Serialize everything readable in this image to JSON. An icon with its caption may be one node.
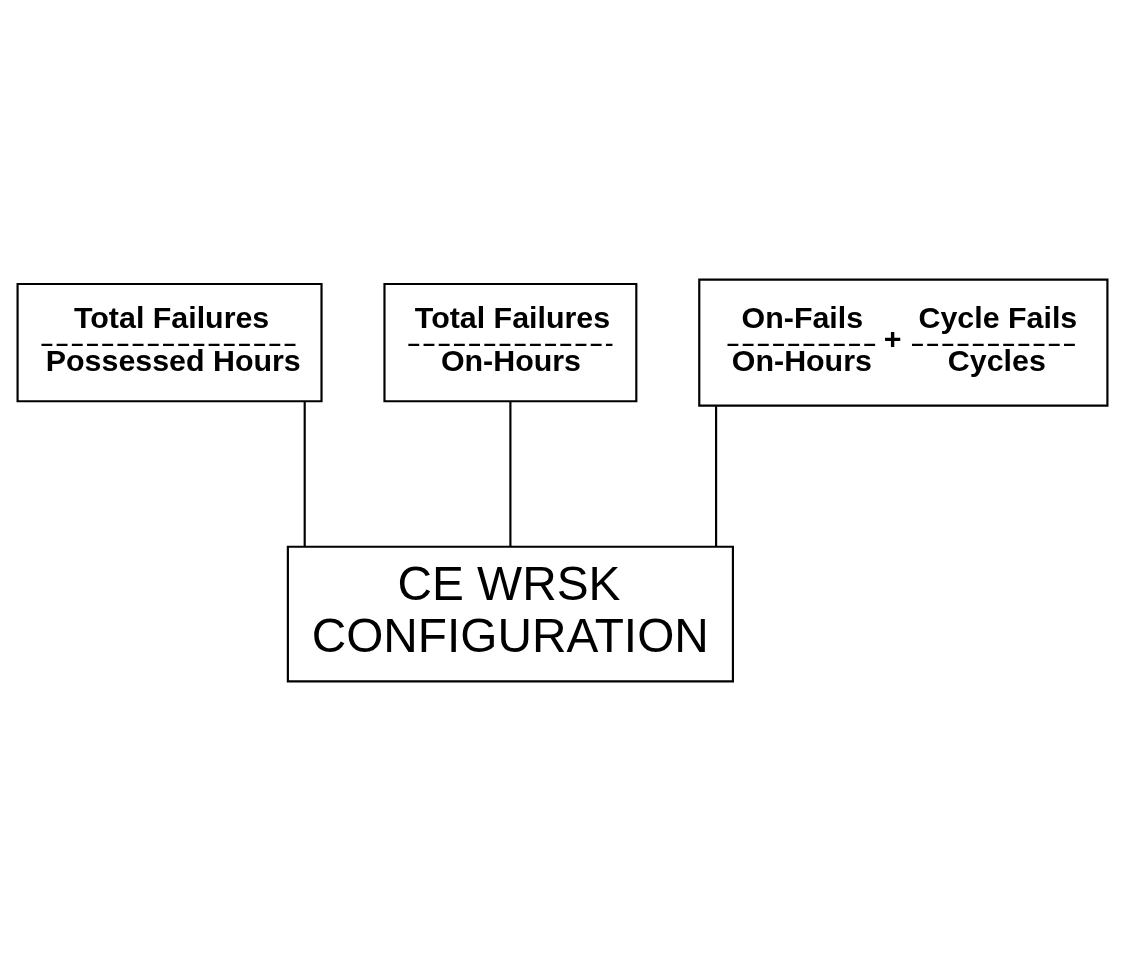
{
  "diagram": {
    "nodes": [
      {
        "text": [
          "Total Failures",
          "Possessed Hours"
        ]
      },
      {
        "text": [
          "Total Failures",
          "On-Hours"
        ]
      },
      {
        "text": [
          "On-Fails",
          "Cycle Fails",
          "+",
          "On-Hours",
          "Cycles"
        ]
      },
      {
        "text": [
          "CE WRSK CONFIGURATION"
        ]
      }
    ],
    "edges": [
      {
        "from": 0,
        "to": 3,
        "arrow": "none"
      },
      {
        "from": 1,
        "to": 3,
        "arrow": "none"
      },
      {
        "from": 2,
        "to": 3,
        "arrow": "none"
      }
    ]
  }
}
